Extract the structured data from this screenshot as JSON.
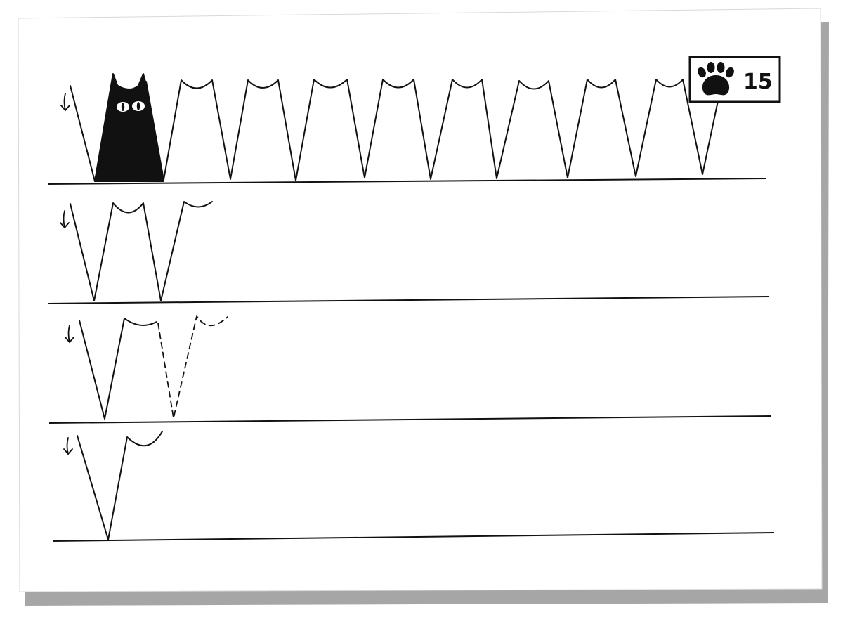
{
  "worksheet": {
    "badge": {
      "icon": "paw-icon",
      "number": "15"
    },
    "rows": [
      {
        "id": "row-1",
        "kind": "cat-pattern"
      },
      {
        "id": "row-2",
        "kind": "solid-example"
      },
      {
        "id": "row-3",
        "kind": "dashed-trace"
      },
      {
        "id": "row-4",
        "kind": "free-practice"
      }
    ],
    "colors": {
      "ink": "#111111",
      "paper": "#ffffff",
      "shadow": "#a6a6a6"
    }
  }
}
